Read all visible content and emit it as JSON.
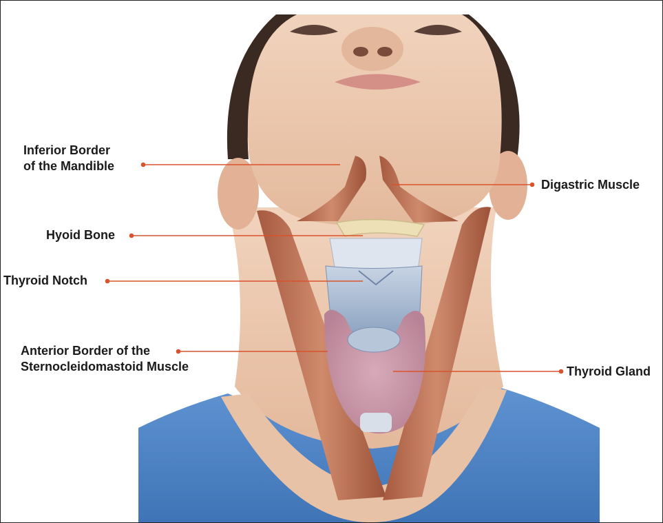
{
  "labels": {
    "mandible": {
      "line1": "Inferior Border",
      "line2": "of the Mandible"
    },
    "digastric": "Digastric Muscle",
    "hyoid": "Hyoid Bone",
    "thyroid_notch": "Thyroid Notch",
    "scm": {
      "line1": "Anterior Border of the",
      "line2": "Sternocleidomastoid Muscle"
    },
    "thyroid_gland": "Thyroid Gland"
  },
  "colors": {
    "leader_line": "#d9532c",
    "skin": "#ecc9b0",
    "muscle": "#b86a4e",
    "shirt": "#4f84c4",
    "hair": "#3a2a22",
    "cartilage": "#98acc8",
    "hyoid": "#ede0b6",
    "thyroid": "#c99aac"
  }
}
